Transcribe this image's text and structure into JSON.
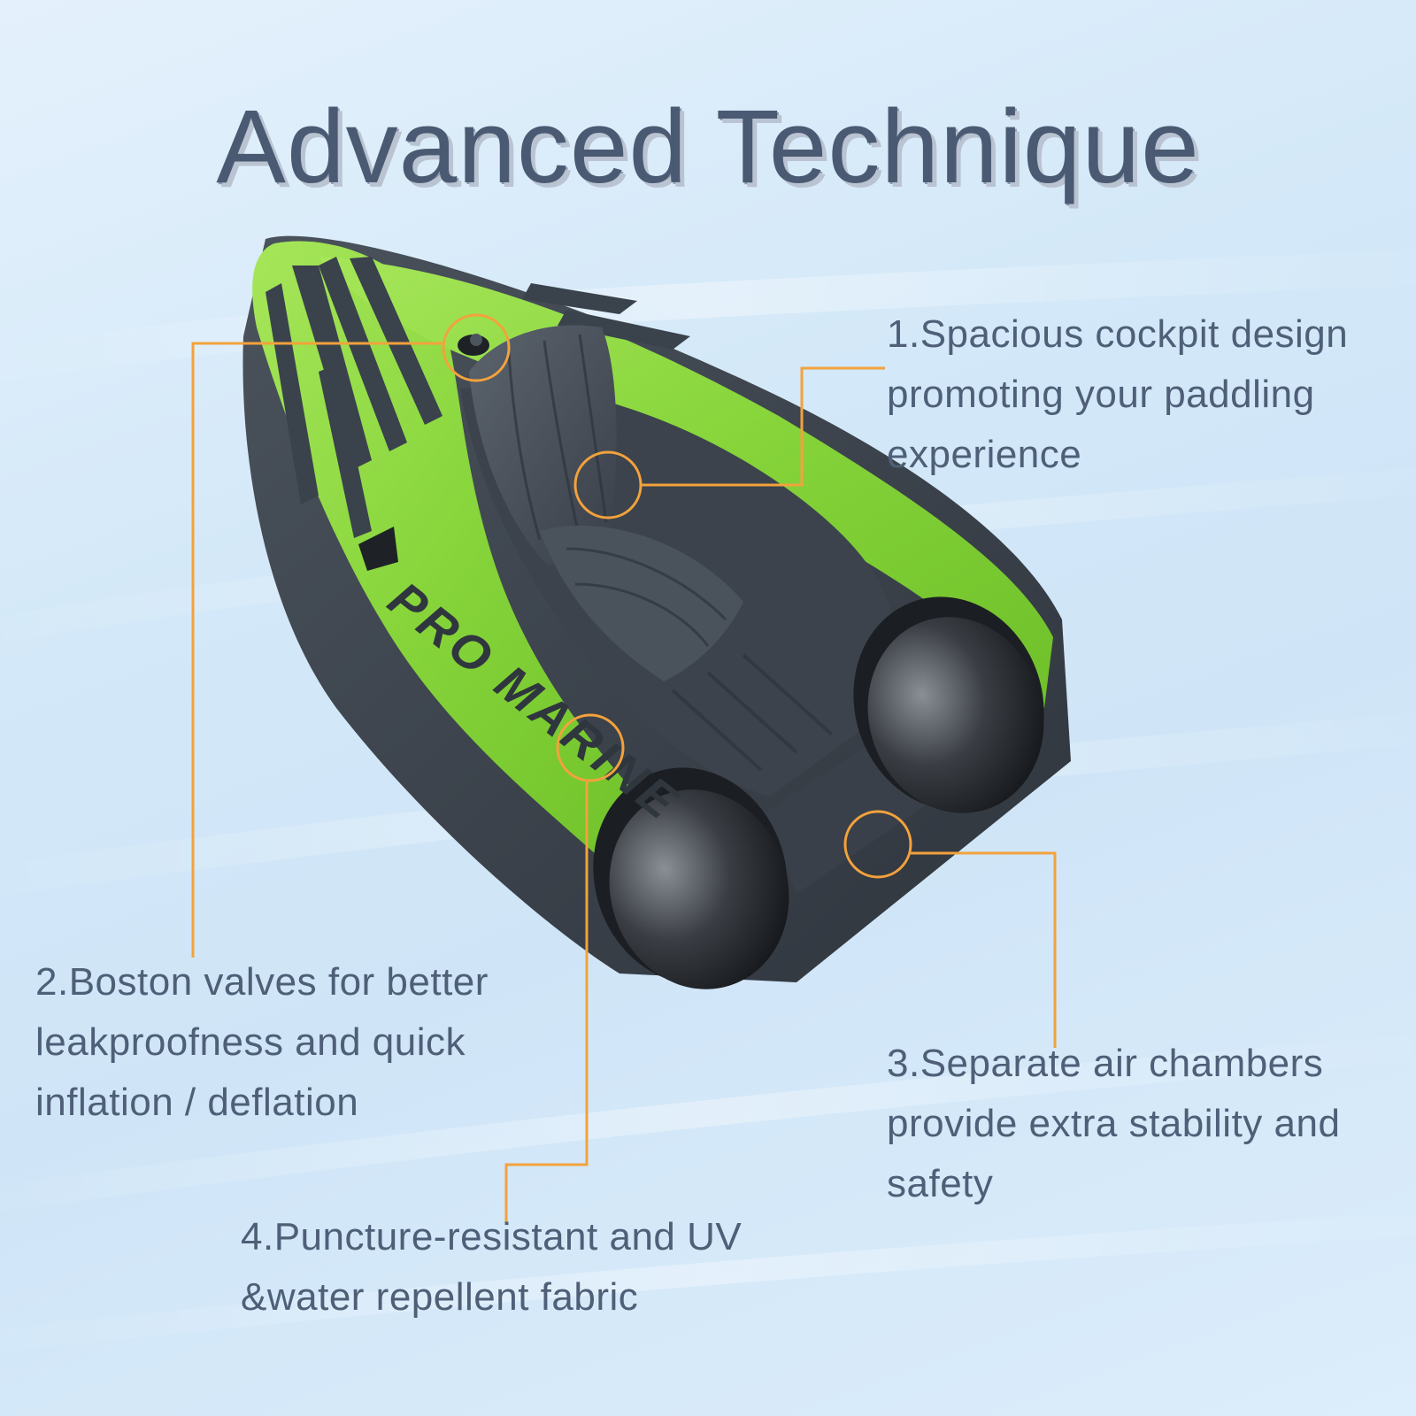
{
  "title": "Advanced Technique",
  "features": {
    "cockpit": [
      "1.Spacious cockpit design",
      "promoting your paddling",
      "experience"
    ],
    "valves": [
      "2.Boston valves for better",
      "leakproofness and quick",
      "inflation / deflation"
    ],
    "chambers": [
      "3.Separate air chambers",
      "provide extra stability and",
      "safety"
    ],
    "fabric": [
      "4.Puncture-resistant and UV",
      "&water repellent fabric"
    ]
  },
  "kayak": {
    "brand_text": "PRO MARINE"
  },
  "colors": {
    "title": "#4a5a72",
    "text": "#4e5f77",
    "callout": "#f3a23c",
    "kayak_green": "#8fdc3c",
    "kayak_dark": "#3d4550"
  }
}
